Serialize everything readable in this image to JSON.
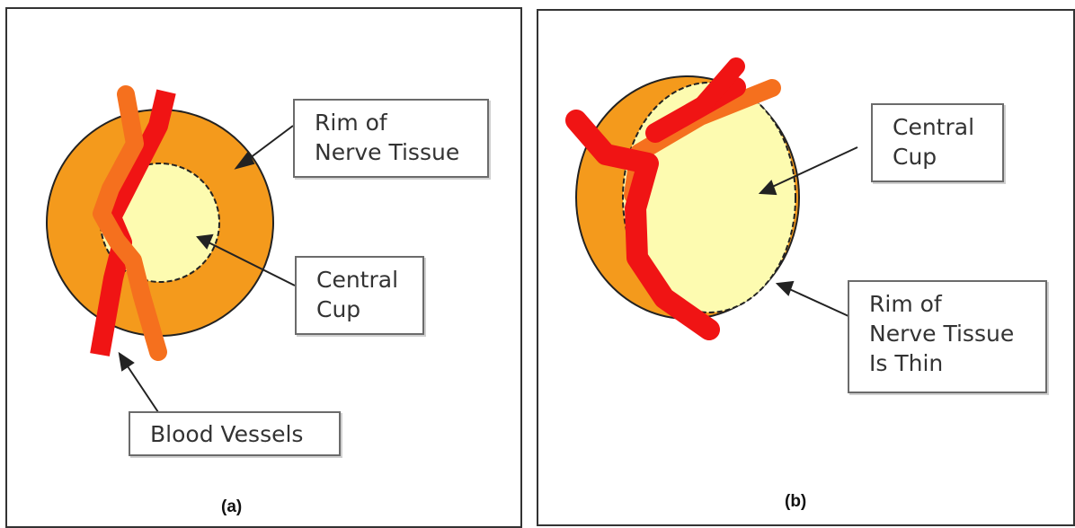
{
  "panels": [
    {
      "caption": "(a)",
      "labels": {
        "rim": "Rim of\nNerve Tissue",
        "cup": "Central\nCup",
        "vessels": "Blood Vessels"
      }
    },
    {
      "caption": "(b)",
      "labels": {
        "cup": "Central\nCup",
        "rim": "Rim of\nNerve Tissue\nIs Thin"
      }
    }
  ],
  "colors": {
    "rim": "#F49A1C",
    "cup": "#FDFBB0",
    "vessel_red": "#F01414",
    "vessel_orange": "#F5701E",
    "outline": "#222222"
  }
}
